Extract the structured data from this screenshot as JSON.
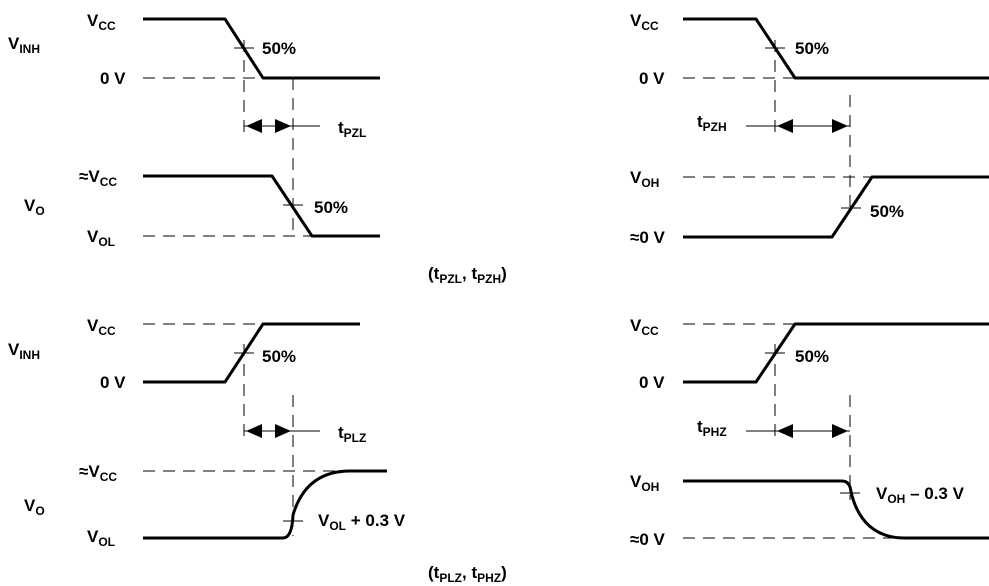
{
  "labels": {
    "vcc_main": "V",
    "vcc_sub": "CC",
    "approx_vcc_prefix": "≈",
    "vinh_main": "V",
    "vinh_sub": "INH",
    "zero_v": "0 V",
    "approx_zero_v": "≈0 V",
    "vo_main": "V",
    "vo_sub": "O",
    "vol_main": "V",
    "vol_sub": "OL",
    "voh_main": "V",
    "voh_sub": "OH",
    "fifty": "50%",
    "t_main": "t",
    "tpzl_sub": "PZL",
    "tpzh_sub": "PZH",
    "tplz_sub": "PLZ",
    "tphz_sub": "PHZ",
    "vol_plus_tail": " + 0.3 V",
    "voh_minus_tail": " – 0.3 V",
    "caption_open": "(t",
    "caption_comma": ", t",
    "caption_close": ")"
  }
}
